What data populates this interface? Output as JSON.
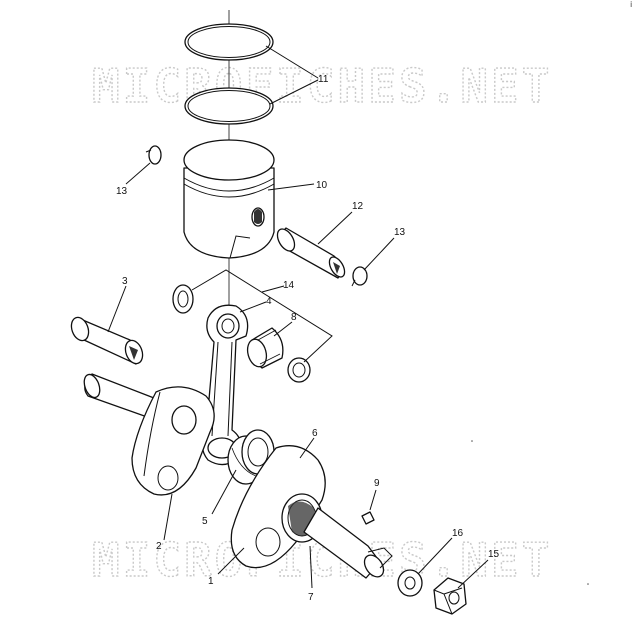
{
  "watermark": {
    "text": "MICROFICHES.NET"
  },
  "corner_mark": "i",
  "callouts": {
    "c1": "1",
    "c2": "2",
    "c3": "3",
    "c4": "4",
    "c5": "5",
    "c6": "6",
    "c7": "7",
    "c8": "8",
    "c9": "9",
    "c10": "10",
    "c11": "11",
    "c12": "12",
    "c13a": "13",
    "c13b": "13",
    "c14": "14",
    "c15": "15",
    "c16": "16"
  }
}
